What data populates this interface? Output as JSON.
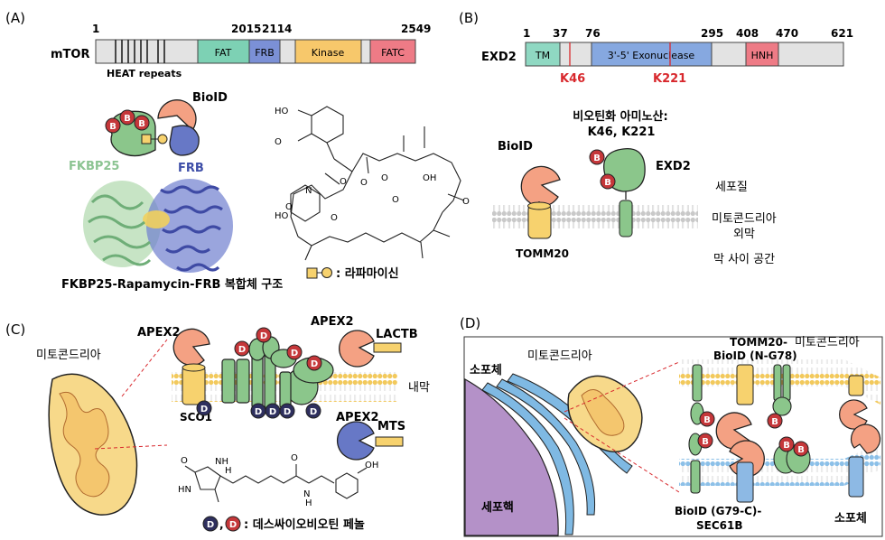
{
  "panels": {
    "a": {
      "tag": "(A)",
      "protein": "mTOR",
      "positions": [
        "1",
        "2015",
        "2114",
        "2549"
      ],
      "domains": [
        "FAT",
        "FRB",
        "Kinase",
        "FATC"
      ],
      "heat_label": "HEAT repeats",
      "bioid": "BioID",
      "fkbp": "FKBP25",
      "frb": "FRB",
      "badge": "B",
      "caption": "FKBP25-Rapamycin-FRB 복합체 구조",
      "legend": ": 라파마이신",
      "chem": {
        "ho": "HO",
        "o": "O",
        "oh": "OH",
        "n": "N"
      }
    },
    "b": {
      "tag": "(B)",
      "protein": "EXD2",
      "positions": [
        "1",
        "37",
        "76",
        "295",
        "408",
        "470",
        "621"
      ],
      "domains": [
        "TM",
        "3'-5' Exonuclease",
        "HNH"
      ],
      "sites": [
        "K46",
        "K221"
      ],
      "biotin_title": "비오틴화 아미노산:",
      "biotin_sites": "K46, K221",
      "bioid": "BioID",
      "exd2": "EXD2",
      "tomm20": "TOMM20",
      "cytoplasm": "세포질",
      "omm_1": "미토콘드리아",
      "omm_2": "외막",
      "ims": "막 사이 공간",
      "badge": "B"
    },
    "c": {
      "tag": "(C)",
      "mito": "미토콘드리아",
      "apex2_left": "APEX2",
      "apex2_top": "APEX2",
      "apex2_mts": "APEX2",
      "lactb": "LACTB",
      "mts": "MTS",
      "sco1": "SCO1",
      "inner": "내막",
      "badge": "D",
      "legend": "데스싸이오비오틴 페놀",
      "legend_sep": ",",
      "chem": {
        "hn": "HN",
        "nh": "NH",
        "h": "H",
        "o": "O",
        "oh": "OH",
        "n": "N"
      }
    },
    "d": {
      "tag": "(D)",
      "er": "소포체",
      "mito": "미토콘드리아",
      "tomm_1": "TOMM20-",
      "tomm_2": "BioID (N-G78)",
      "mito_right": "미토콘드리아",
      "nucleus": "세포핵",
      "bioid_1": "BioID (G79-C)-",
      "bioid_2": "SEC61B",
      "er_right": "소포체",
      "badge": "B"
    }
  },
  "colors": {
    "fat": "#7dd1b4",
    "frb": "#7b90d6",
    "kinase": "#f7c86b",
    "fatc": "#ee7b86",
    "bar": "#e3e3e3",
    "tm": "#8fd8c2",
    "exo": "#86a8e0",
    "hnh": "#ee7b86",
    "bioid": "#f4a183",
    "badgeB": "#c5373a",
    "badgeD": "#2e2f5e",
    "green": "#8bc68b",
    "yellow": "#f7d26e",
    "blue": "#8db9e4",
    "nucleus": "#b491c8",
    "er": "#7fb9e3",
    "red": "#d8282d"
  }
}
